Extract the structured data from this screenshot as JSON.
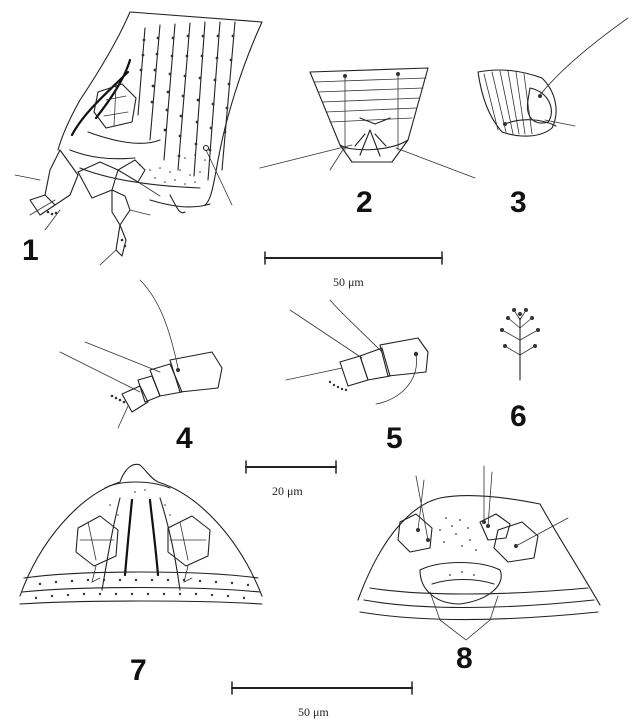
{
  "figure_labels": {
    "f1": "1",
    "f2": "2",
    "f3": "3",
    "f4": "4",
    "f5": "5",
    "f6": "6",
    "f7": "7",
    "f8": "8"
  },
  "scale_bars": {
    "top": "50 μm",
    "middle": "20 μm",
    "bottom": "50 μm"
  }
}
